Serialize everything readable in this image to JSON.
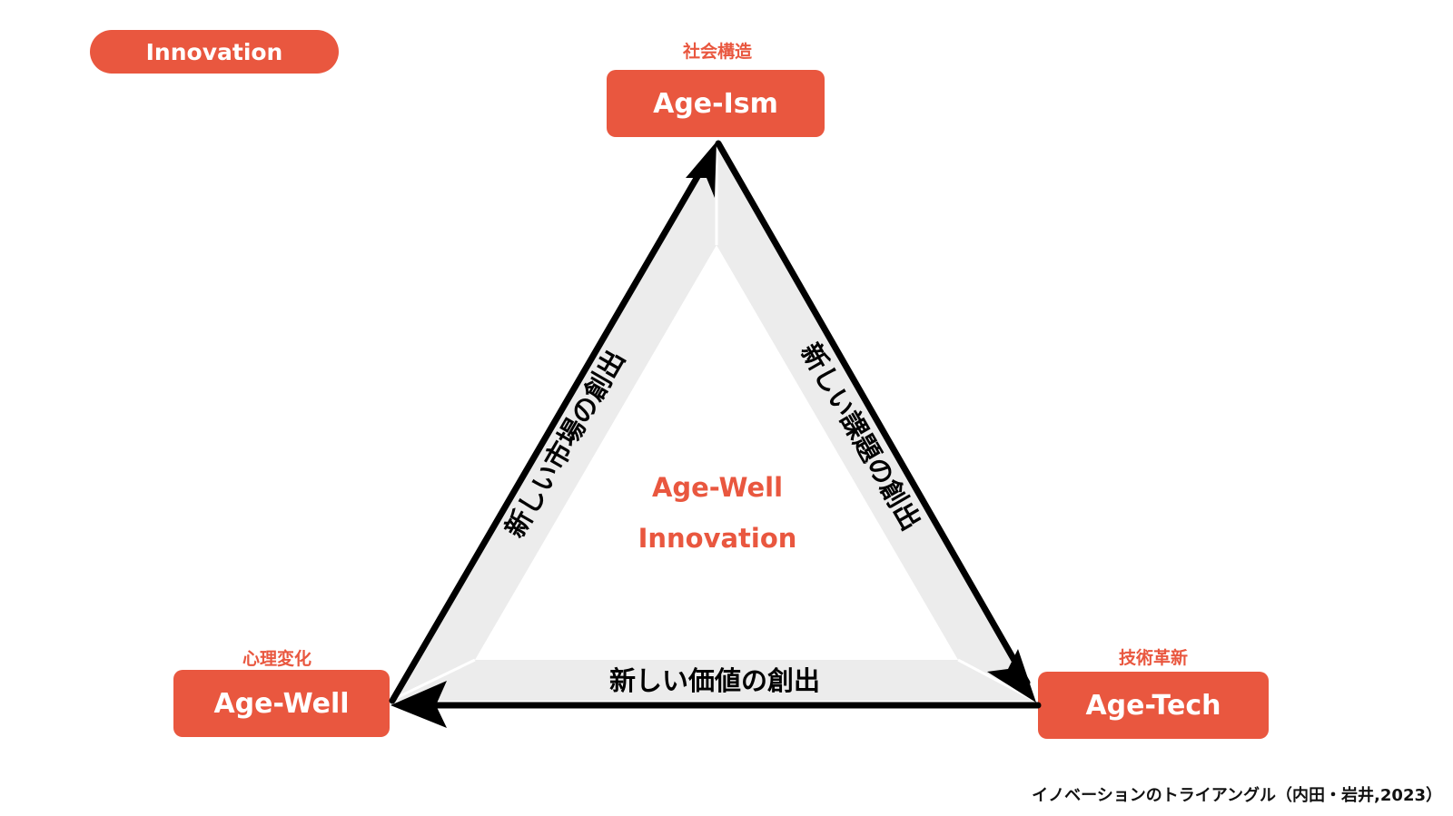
{
  "badge": {
    "label": "Innovation"
  },
  "nodes": {
    "top": {
      "category": "社会構造",
      "label": "Age-Ism"
    },
    "left": {
      "category": "心理変化",
      "label": "Age-Well"
    },
    "right": {
      "category": "技術革新",
      "label": "Age-Tech"
    }
  },
  "edges": {
    "left_to_top": "新しい市場の創出",
    "top_to_right": "新しい課題の創出",
    "right_to_left": "新しい価値の創出"
  },
  "center": {
    "line1": "Age-Well",
    "line2": "Innovation"
  },
  "caption": "イノベーションのトライアングル（内田・岩井,2023）",
  "colors": {
    "accent": "#e9573f",
    "band": "#ececec",
    "arrow": "#000000"
  }
}
